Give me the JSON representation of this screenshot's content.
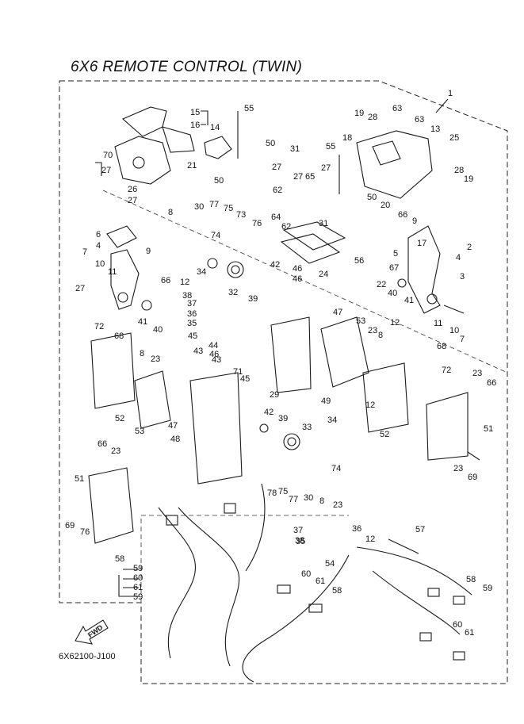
{
  "title": "6X6 REMOTE CONTROL (TWIN)",
  "footer_code": "6X62100-J100",
  "fwd_label": "FWD",
  "callouts": [
    "1",
    "15",
    "16",
    "14",
    "55",
    "19",
    "28",
    "63",
    "63",
    "13",
    "25",
    "70",
    "27",
    "21",
    "50",
    "31",
    "18",
    "55",
    "26",
    "27",
    "28",
    "19",
    "50",
    "27",
    "27",
    "65",
    "27",
    "62",
    "50",
    "30",
    "8",
    "77",
    "75",
    "73",
    "76",
    "64",
    "62",
    "31",
    "20",
    "66",
    "9",
    "17",
    "6",
    "4",
    "74",
    "2",
    "4",
    "7",
    "9",
    "10",
    "11",
    "3",
    "34",
    "42",
    "46",
    "46",
    "56",
    "67",
    "5",
    "24",
    "66",
    "12",
    "32",
    "39",
    "22",
    "40",
    "27",
    "38",
    "37",
    "36",
    "35",
    "45",
    "41",
    "40",
    "47",
    "12",
    "41",
    "11",
    "10",
    "7",
    "72",
    "68",
    "8",
    "23",
    "44",
    "43",
    "46",
    "43",
    "53",
    "23",
    "8",
    "68",
    "72",
    "71",
    "45",
    "23",
    "66",
    "29",
    "52",
    "49",
    "42",
    "39",
    "33",
    "34",
    "53",
    "52",
    "12",
    "47",
    "48",
    "51",
    "66",
    "23",
    "74",
    "51",
    "69",
    "23",
    "69",
    "76",
    "78",
    "75",
    "77",
    "30",
    "8",
    "23",
    "37",
    "38",
    "36",
    "12",
    "35",
    "54",
    "57",
    "58",
    "59",
    "60",
    "61",
    "59",
    "60",
    "61",
    "58",
    "58",
    "59",
    "60",
    "61"
  ]
}
